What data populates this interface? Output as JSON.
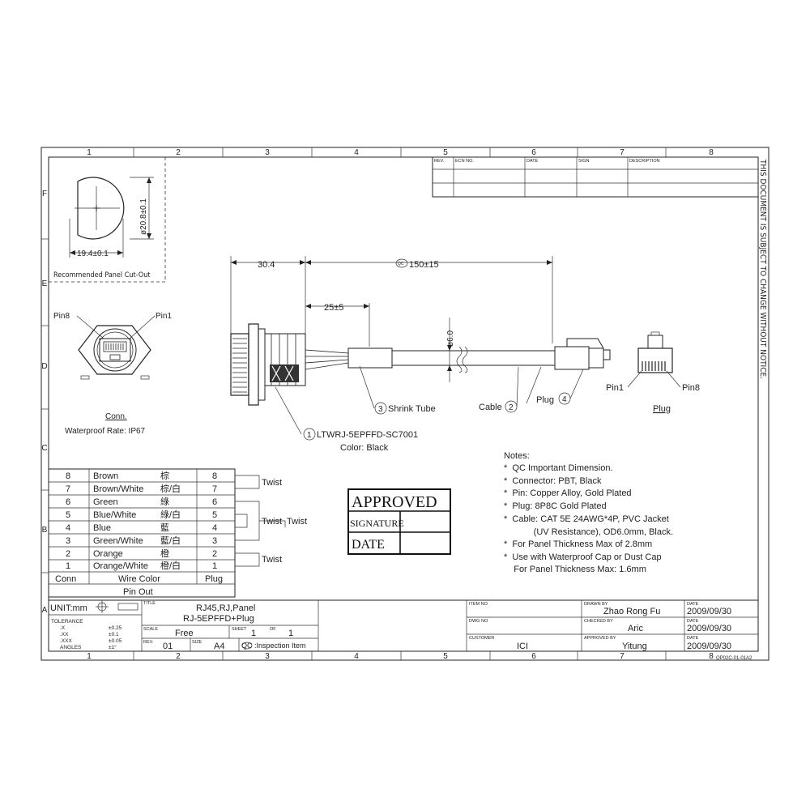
{
  "zone_columns": [
    "1",
    "2",
    "3",
    "4",
    "5",
    "6",
    "7",
    "8"
  ],
  "zone_rows": [
    "F",
    "E",
    "D",
    "C",
    "B",
    "A"
  ],
  "side_notice": "THIS DOCUMENT IS SUBJECT TO CHANGE WITHOUT NOTICE.",
  "revision_table": {
    "headers": [
      "REV.",
      "ECN NO.",
      "DATE",
      "SIGN",
      "DESCRIPTION"
    ]
  },
  "panel_cutout": {
    "dia_label": "ø20.8±0.1",
    "width_label": "19.4±0.1",
    "caption": "Recommended Panel Cut-Out"
  },
  "connector_view": {
    "pin8_label": "Pin8",
    "pin1_label": "Pin1",
    "caption": "Conn.",
    "waterproof": "Waterproof Rate: IP67"
  },
  "dimensions": {
    "d1": "30.4",
    "d2": "150±15",
    "d3": "25±5",
    "d4": "ø6.0",
    "qc_symbol": "QC"
  },
  "callouts": {
    "c1_num": "1",
    "c1_text": "LTWRJ-5EPFFD-SC7001",
    "c1_color": "Color: Black",
    "c2_label": "Cable",
    "c2_num": "2",
    "c3_num": "3",
    "c3_text": "Shrink Tube",
    "c4_label": "Plug",
    "c4_num": "4"
  },
  "plug_view": {
    "pin1_label": "Pin1",
    "pin8_label": "Pin8",
    "caption": "Plug"
  },
  "notes": {
    "title": "Notes:",
    "lines": [
      "*  QC Important Dimension.",
      "*  Connector: PBT, Black",
      "*  Pin: Copper Alloy, Gold Plated",
      "*  Plug: 8P8C Gold Plated",
      "*  Cable: CAT 5E 24AWG*4P, PVC Jacket",
      "            (UV Resistance), OD6.0mm, Black.",
      "*  For Panel Thickness Max of 2.8mm",
      "*  Use with Waterproof Cap or Dust Cap",
      "    For Panel Thickness Max: 1.6mm"
    ]
  },
  "approval_box": {
    "approved": "APPROVED",
    "signature": "SIGNATURE",
    "date": "DATE"
  },
  "pinout": {
    "rows": [
      {
        "conn": "8",
        "color": "Brown",
        "cn": "棕",
        "plug": "8"
      },
      {
        "conn": "7",
        "color": "Brown/White",
        "cn": "棕/白",
        "plug": "7"
      },
      {
        "conn": "6",
        "color": "Green",
        "cn": "綠",
        "plug": "6"
      },
      {
        "conn": "5",
        "color": "Blue/White",
        "cn": "綠/白",
        "plug": "5"
      },
      {
        "conn": "4",
        "color": "Blue",
        "cn": "藍",
        "plug": "4"
      },
      {
        "conn": "3",
        "color": "Green/White",
        "cn": "藍/白",
        "plug": "3"
      },
      {
        "conn": "2",
        "color": "Orange",
        "cn": "橙",
        "plug": "2"
      },
      {
        "conn": "1",
        "color": "Orange/White",
        "cn": "橙/白",
        "plug": "1"
      }
    ],
    "header_conn": "Conn",
    "header_color": "Wire Color",
    "header_plug": "Plug",
    "footer": "Pin Out",
    "twist_top": "Twist",
    "twist_mid_a": "Twist",
    "twist_mid_b": "Twist",
    "twist_bottom": "Twist"
  },
  "title_block": {
    "unit": "UNIT:mm",
    "tolerance_label": "TOLERANCE",
    "tol": [
      {
        "k": ".X",
        "v": "±0.25"
      },
      {
        "k": ".XX",
        "v": "±0.1"
      },
      {
        "k": ".XXX",
        "v": "±0.05"
      },
      {
        "k": "ANGLES",
        "v": "±1°"
      }
    ],
    "title_label": "TITLE",
    "title_line1": "RJ45,RJ,Panel",
    "title_line2": "RJ-5EPFFD+Plug",
    "scale_label": "SCALE",
    "scale": "Free",
    "sheet_label": "SHEET",
    "sheet": "1",
    "of_label": "OF",
    "of": "1",
    "rev_label": "REV.",
    "rev": "01",
    "size_label": "SIZE",
    "size": "A4",
    "inspection": "QC :Inspection Item",
    "item_no_label": "ITEM NO",
    "dwg_no_label": "DWG NO",
    "customer_label": "CUSTOMER",
    "customer": "ICI",
    "drawn_by_label": "DRAWN BY",
    "drawn_by": "Zhao Rong Fu",
    "checked_by_label": "CHECKED BY",
    "checked_by": "Aric",
    "approved_by_label": "APPROVED BY",
    "approved_by": "Yitung",
    "date_label": "DATE",
    "date1": "2009/09/30",
    "date2": "2009/09/30",
    "date3": "2009/09/30",
    "form_no": "QP02C-01-01A2"
  }
}
